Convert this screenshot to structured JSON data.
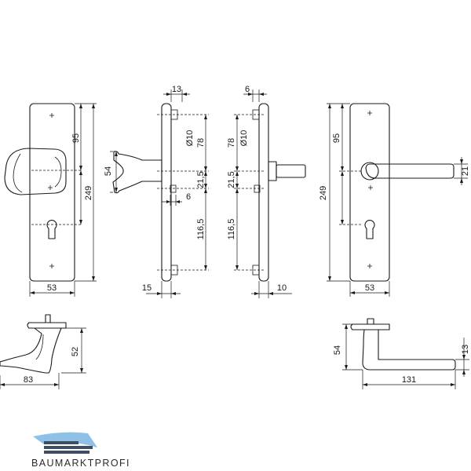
{
  "dimensions": {
    "knob_front_width": "53",
    "knob_front_95": "95",
    "knob_front_249": "249",
    "knob_profile_54": "54",
    "knob_plate_13": "13",
    "knob_plate_d10": "Ø10",
    "knob_plate_78": "78",
    "knob_plate_21_5": "21,5",
    "knob_plate_6": "6",
    "knob_plate_116_5": "116,5",
    "knob_plate_15": "15",
    "lever_plate_6": "6",
    "lever_plate_78": "78",
    "lever_plate_d10": "Ø10",
    "lever_plate_21_5": "21,5",
    "lever_plate_116_5": "116,5",
    "lever_plate_10": "10",
    "lever_front_95": "95",
    "lever_front_249": "249",
    "lever_front_21": "21",
    "lever_front_53": "53",
    "knob_top_52": "52",
    "knob_top_83": "83",
    "lever_top_54": "54",
    "lever_top_13": "13",
    "lever_top_131": "131"
  },
  "brand": {
    "name": "BAUMARKTPROFI",
    "color_light": "#8fc1e6",
    "color_dark": "#3e4f63"
  }
}
